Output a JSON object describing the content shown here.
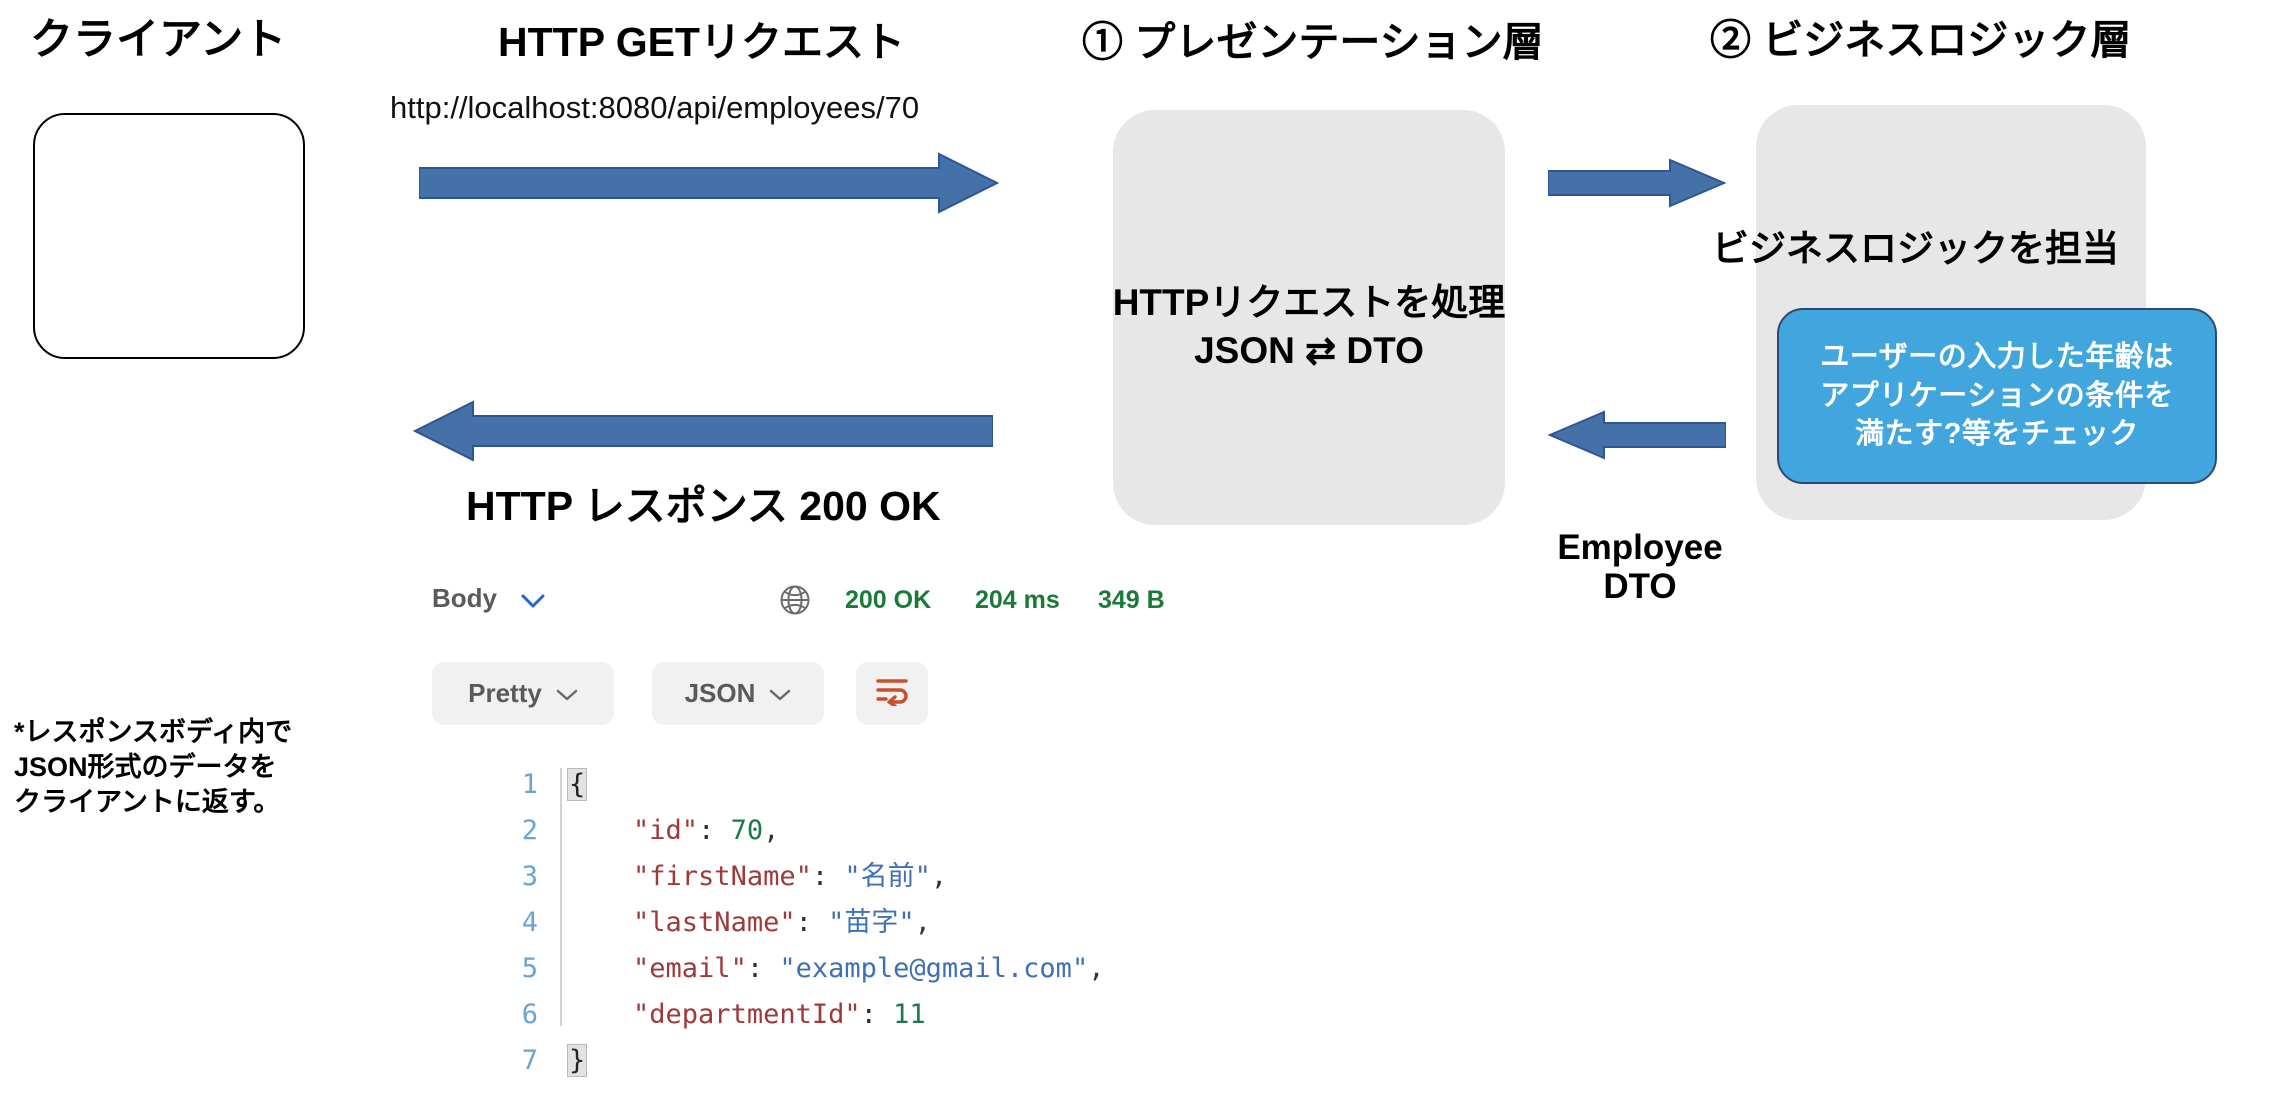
{
  "diagram": {
    "client": {
      "title": "クライアント"
    },
    "request": {
      "title": "HTTP GETリクエスト",
      "url": "http://localhost:8080/api/employees/70",
      "arrow_icon": "right-block-arrow-icon"
    },
    "response": {
      "title": "HTTP レスポンス 200 OK",
      "arrow_icon": "left-block-arrow-icon"
    },
    "layers": [
      {
        "heading": "① プレゼンテーション層",
        "body_line1": "HTTPリクエストを処理",
        "body_line2": "JSON ⇄ DTO"
      },
      {
        "heading": "② ビジネスロジック層",
        "body_line1": "ビジネスロジックを担当",
        "callout_line1": "ユーザーの入力した年齢は",
        "callout_line2": "アプリケーションの条件を",
        "callout_line3": "満たす?等をチェック"
      }
    ],
    "inner_arrows": {
      "forward_icon": "right-block-arrow-icon",
      "back_icon": "left-block-arrow-icon",
      "back_label_line1": "Employee",
      "back_label_line2": "DTO"
    },
    "note": "*レスポンスボディ内で\nJSON形式のデータを\nクライアントに返す。"
  },
  "postman": {
    "body_tab": "Body",
    "body_chevron_icon": "chevron-down-icon",
    "globe_icon": "globe-icon",
    "status": "200 OK",
    "time": "204 ms",
    "size": "349 B",
    "format_select": "Pretty",
    "format_chevron_icon": "chevron-down-icon",
    "language_select": "JSON",
    "language_chevron_icon": "chevron-down-icon",
    "wrap_icon": "word-wrap-icon",
    "line_numbers": [
      "1",
      "2",
      "3",
      "4",
      "5",
      "6",
      "7"
    ],
    "json_lines": [
      {
        "indent": "",
        "brace": "{"
      },
      {
        "indent": "    ",
        "key": "\"id\"",
        "colon": ": ",
        "num": "70",
        "tail": ","
      },
      {
        "indent": "    ",
        "key": "\"firstName\"",
        "colon": ": ",
        "str": "\"名前\"",
        "tail": ","
      },
      {
        "indent": "    ",
        "key": "\"lastName\"",
        "colon": ": ",
        "str": "\"苗字\"",
        "tail": ","
      },
      {
        "indent": "    ",
        "key": "\"email\"",
        "colon": ": ",
        "str": "\"example@gmail.com\"",
        "tail": ","
      },
      {
        "indent": "    ",
        "key": "\"departmentId\"",
        "colon": ": ",
        "num": "11",
        "tail": ""
      },
      {
        "indent": "",
        "brace": "}"
      }
    ]
  },
  "colors": {
    "arrow_blue": "#4472a8",
    "arrow_blue_edge": "#2f5596",
    "layer_gray": "#e7e7e7",
    "callout_blue": "#41a6de",
    "status_green": "#1a7a38",
    "wrap_orange": "#c8502a",
    "json_key": "#a03a3a",
    "json_string": "#3f6fb5",
    "json_number": "#1a7a4a",
    "line_number": "#6aa3d4"
  }
}
